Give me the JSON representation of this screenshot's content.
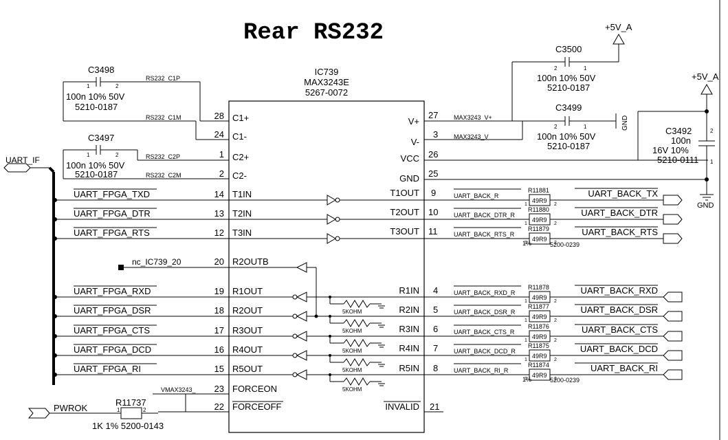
{
  "title": "Rear RS232",
  "ic": {
    "ref": "IC739",
    "part": "MAX3243E",
    "code": "5267-0072",
    "left_pins": [
      {
        "num": "28",
        "name": "C1+"
      },
      {
        "num": "24",
        "name": "C1-"
      },
      {
        "num": "1",
        "name": "C2+"
      },
      {
        "num": "2",
        "name": "C2-"
      },
      {
        "num": "14",
        "name": "T1IN"
      },
      {
        "num": "13",
        "name": "T2IN"
      },
      {
        "num": "12",
        "name": "T3IN"
      },
      {
        "num": "20",
        "name": "R2OUTB"
      },
      {
        "num": "19",
        "name": "R1OUT"
      },
      {
        "num": "18",
        "name": "R2OUT"
      },
      {
        "num": "17",
        "name": "R3OUT"
      },
      {
        "num": "16",
        "name": "R4OUT"
      },
      {
        "num": "15",
        "name": "R5OUT"
      },
      {
        "num": "23",
        "name": "FORCEON"
      },
      {
        "num": "22",
        "name": "FORCEOFF"
      }
    ],
    "right_pins": [
      {
        "num": "27",
        "name": "V+"
      },
      {
        "num": "3",
        "name": "V-"
      },
      {
        "num": "26",
        "name": "VCC"
      },
      {
        "num": "25",
        "name": "GND"
      },
      {
        "num": "9",
        "name": "T1OUT"
      },
      {
        "num": "10",
        "name": "T2OUT"
      },
      {
        "num": "11",
        "name": "T3OUT"
      },
      {
        "num": "4",
        "name": "R1IN"
      },
      {
        "num": "5",
        "name": "R2IN"
      },
      {
        "num": "6",
        "name": "R3IN"
      },
      {
        "num": "7",
        "name": "R4IN"
      },
      {
        "num": "8",
        "name": "R5IN"
      },
      {
        "num": "21",
        "name": "INVALID"
      }
    ]
  },
  "caps": {
    "c3498": {
      "ref": "C3498",
      "value": "100n  10%  50V",
      "code": "5210-0187",
      "pin1": "1",
      "pin2": "2"
    },
    "c3497": {
      "ref": "C3497",
      "value": "100n  10%  50V",
      "code": "5210-0187",
      "pin1": "1",
      "pin2": "2"
    },
    "c3500": {
      "ref": "C3500",
      "value": "100n  10%  50V",
      "code": "5210-0187",
      "pin1": "2",
      "pin2": "1"
    },
    "c3499": {
      "ref": "C3499",
      "value": "100n  10%  50V",
      "code": "5210-0187",
      "pin1": "2",
      "pin2": "1"
    },
    "c3492": {
      "ref": "C3492",
      "value": "100n",
      "rating": "16V  10%",
      "code": "5210-0111",
      "pin1": "2",
      "pin2": "1"
    }
  },
  "nets": {
    "c1p": "RS232_C1P",
    "c1m": "RS232_C1M",
    "c2p": "RS232_C2P",
    "c2m": "RS232_C2M",
    "vplus": "MAX3243_V+",
    "vminus": "MAX3243_V",
    "vmax": "VMAX3243_",
    "nc": "nc_IC739_20",
    "pwrok": "PWROK",
    "uart_if": "UART_IF"
  },
  "power": {
    "vcc": "+5V_A",
    "gnd": "GND"
  },
  "left_signals": [
    "UART_FPGA_TXD",
    "UART_FPGA_DTR",
    "UART_FPGA_RTS",
    "UART_FPGA_RXD",
    "UART_FPGA_DSR",
    "UART_FPGA_CTS",
    "UART_FPGA_DCD",
    "UART_FPGA_RI"
  ],
  "back_nets": [
    "UART_BACK_R",
    "UART_BACK_DTR_R",
    "UART_BACK_RTS_R",
    "UART_BACK_RXD_R",
    "UART_BACK_DSR_R",
    "UART_BACK_CTS_R",
    "UART_BACK_DCD_R",
    "UART_BACK_RI_R"
  ],
  "series_res": [
    "R11881",
    "R11880",
    "R11879",
    "R11878",
    "R11877",
    "R11876",
    "R11875",
    "R11874"
  ],
  "series_value": "49R9",
  "res_tol": "1%",
  "res_code": "5200-0239",
  "pulldown_value": "5KOHM",
  "connectors": [
    "UART_BACK_TX",
    "UART_BACK_DTR",
    "UART_BACK_RTS",
    "UART_BACK_RXD",
    "UART_BACK_DSR",
    "UART_BACK_CTS",
    "UART_BACK_DCD",
    "UART_BACK_RI"
  ],
  "r11737": {
    "ref": "R11737",
    "value": "1K   1%   5200-0143",
    "pin1": "1",
    "pin2": "2"
  }
}
